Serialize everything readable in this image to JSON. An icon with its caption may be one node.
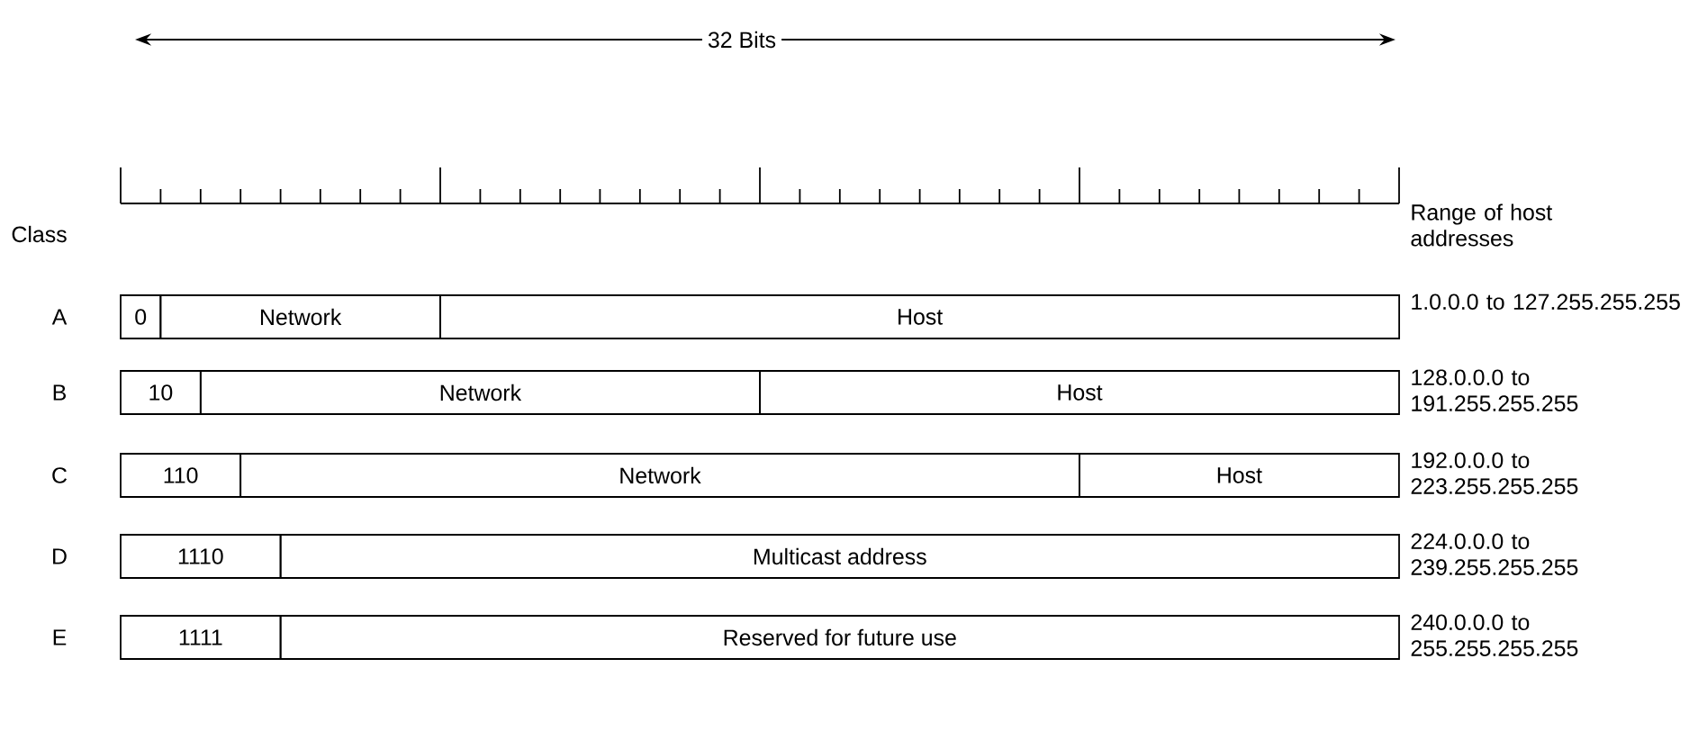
{
  "diagram": {
    "nodes": [
      {
        "text": [
          "0"
        ]
      },
      {
        "text": [
          "Network"
        ]
      },
      {
        "text": [
          "Host"
        ]
      },
      {
        "text": [
          "10"
        ]
      },
      {
        "text": [
          "Network"
        ]
      },
      {
        "text": [
          "Host"
        ]
      },
      {
        "text": [
          "110"
        ]
      },
      {
        "text": [
          "Network"
        ]
      },
      {
        "text": [
          "Host"
        ]
      },
      {
        "text": [
          "1110"
        ]
      },
      {
        "text": [
          "Multicast address"
        ]
      },
      {
        "text": [
          "1111"
        ]
      },
      {
        "text": [
          "Reserved for future use"
        ]
      }
    ],
    "labels": [
      "32 Bits",
      "Class",
      "Range of host addresses",
      "A",
      "1.0.0.0 to 127.255.255.255",
      "B",
      "128.0.0.0 to 191.255.255.255",
      "C",
      "192.0.0.0 to 223.255.255.255",
      "D",
      "224.0.0.0 to 239.255.255.255",
      "E",
      "240.0.0.0 to 255.255.255.255"
    ]
  }
}
